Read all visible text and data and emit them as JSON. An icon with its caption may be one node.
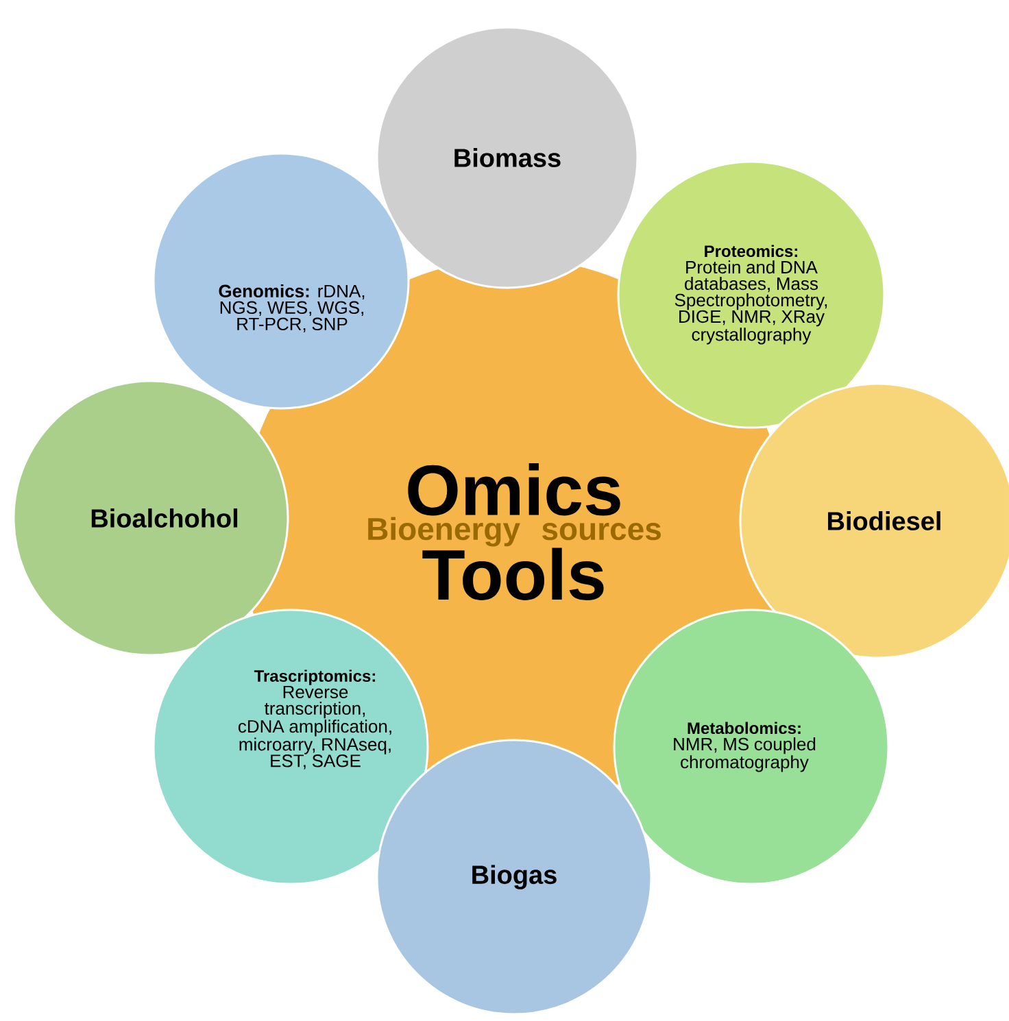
{
  "diagram": {
    "nodes": [
      {
        "text": [
          "Biomass"
        ]
      },
      {
        "text": [
          "**Genomics:** rDNA, NGS, WES, WGS, RT-PCR, SNP"
        ]
      },
      {
        "text": [
          "Proteomics:",
          "Protein and DNA databases, Mass Spectrophotometry, DIGE, NMR, XRay crystallography"
        ]
      },
      {
        "text": [
          "Bioalchohol"
        ]
      },
      {
        "text": [
          "Omics",
          "Bioenergy sources",
          "Tools"
        ]
      },
      {
        "text": [
          "Biodiesel"
        ]
      },
      {
        "text": [
          "Trascriptomics:",
          "Reverse transcription, cDNA amplification, microarry, RNAseq, EST, SAGE"
        ]
      },
      {
        "text": [
          "Metabolomics:",
          "NMR, MS coupled chromatography"
        ]
      },
      {
        "text": [
          "Biogas"
        ]
      }
    ]
  }
}
